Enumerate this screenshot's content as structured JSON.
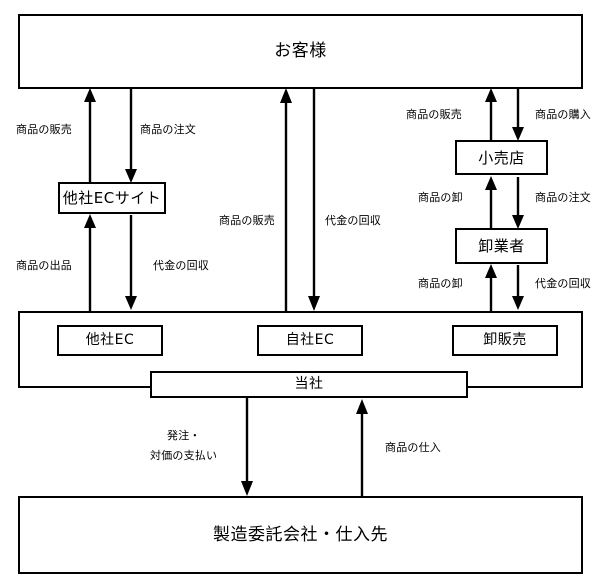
{
  "diagram": {
    "title": "business flow diagram",
    "nodes": {
      "customer": "お客様",
      "other_ec_site": "他社ECサイト",
      "retailer": "小売店",
      "wholesaler": "卸業者",
      "our_company": "当社",
      "our_other_ec": "他社EC",
      "our_own_ec": "自社EC",
      "our_wholesale": "卸販売",
      "supplier": "製造委託会社・仕入先"
    },
    "edge_labels": {
      "left_sell": "商品の販売",
      "left_order": "商品の注文",
      "left_listing": "商品の出品",
      "left_collect": "代金の回収",
      "mid_sell": "商品の販売",
      "mid_collect": "代金の回収",
      "right_sell": "商品の販売",
      "right_purchase": "商品の購入",
      "right_wholesale_goods_1": "商品の卸",
      "right_order": "商品の注文",
      "right_wholesale_goods_2": "商品の卸",
      "right_collect": "代金の回収",
      "bottom_order_line1": "発注・",
      "bottom_order_line2": "対価の支払い",
      "bottom_purchase": "商品の仕入"
    },
    "colors": {
      "stroke": "#000000",
      "background": "#ffffff",
      "text": "#000000"
    }
  }
}
